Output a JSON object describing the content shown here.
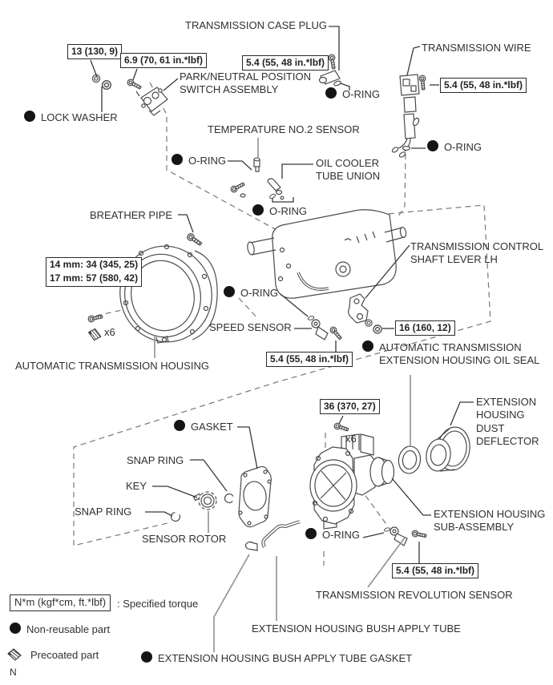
{
  "labels": {
    "transmission_case_plug": "TRANSMISSION CASE PLUG",
    "park_neutral": "PARK/NEUTRAL POSITION\nSWITCH ASSEMBLY",
    "lock_washer": "LOCK WASHER",
    "o_ring": "O-RING",
    "transmission_wire": "TRANSMISSION WIRE",
    "temperature_no2_sensor": "TEMPERATURE NO.2 SENSOR",
    "oil_cooler_tube_union": "OIL COOLER\nTUBE UNION",
    "breather_pipe": "BREATHER PIPE",
    "transmission_control_shaft_lever": "TRANSMISSION CONTROL\nSHAFT LEVER LH",
    "speed_sensor": "SPEED SENSOR",
    "automatic_transmission_housing": "AUTOMATIC TRANSMISSION HOUSING",
    "ext_housing_oil_seal": "AUTOMATIC TRANSMISSION\nEXTENSION HOUSING OIL SEAL",
    "gasket": "GASKET",
    "snap_ring": "SNAP RING",
    "key": "KEY",
    "sensor_rotor": "SENSOR ROTOR",
    "ext_housing_dust_deflector": "EXTENSION\nHOUSING\nDUST\nDEFLECTOR",
    "ext_housing_sub_assembly": "EXTENSION HOUSING\nSUB-ASSEMBLY",
    "transmission_revolution_sensor": "TRANSMISSION REVOLUTION SENSOR",
    "bush_apply_tube": "EXTENSION HOUSING BUSH APPLY TUBE",
    "bush_apply_tube_gasket": "EXTENSION HOUSING BUSH APPLY TUBE GASKET",
    "x6": "x6"
  },
  "torques": {
    "t13": "13 (130, 9)",
    "t69": "6.9 (70, 61 in.*lbf)",
    "t54": "5.4 (55, 48 in.*lbf)",
    "t14_17": "14 mm: 34 (345, 25)\n17 mm: 57 (580, 42)",
    "t16": "16 (160, 12)",
    "t36": "36 (370, 27)"
  },
  "legend": {
    "torque_box": "N*m (kgf*cm, ft.*lbf)",
    "torque_desc": ": Specified torque",
    "non_reusable": "Non-reusable part",
    "precoated": "Precoated part",
    "footer": "N"
  },
  "icons": {
    "non_reusable_dot": "filled-circle",
    "precoated_icon": "hatched-screw"
  },
  "colors": {
    "ink": "#303030",
    "line": "#4a4a4a",
    "dash": "#777777",
    "leader_gray": "#909090",
    "dot": "#151515",
    "background": "#ffffff"
  }
}
